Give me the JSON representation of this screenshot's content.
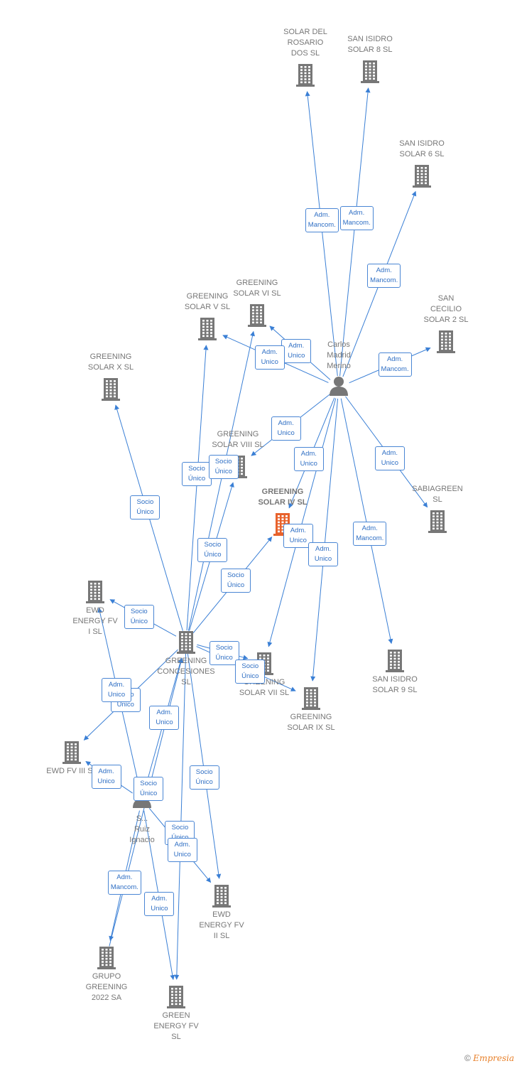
{
  "nodes": [
    {
      "id": "solar_rosario",
      "label": "SOLAR DEL\nROSARIO\nDOS  SL",
      "kind": "company"
    },
    {
      "id": "san_isidro_8",
      "label": "SAN ISIDRO\nSOLAR 8  SL",
      "kind": "company"
    },
    {
      "id": "san_isidro_6",
      "label": "SAN ISIDRO\nSOLAR 6  SL",
      "kind": "company"
    },
    {
      "id": "san_cecilio_2",
      "label": "SAN\nCECILIO\nSOLAR 2  SL",
      "kind": "company"
    },
    {
      "id": "greening_vi",
      "label": "GREENING\nSOLAR VI  SL",
      "kind": "company"
    },
    {
      "id": "greening_v",
      "label": "GREENING\nSOLAR V  SL",
      "kind": "company"
    },
    {
      "id": "greening_x",
      "label": "GREENING\nSOLAR X  SL",
      "kind": "company"
    },
    {
      "id": "carlos",
      "label": "Carlos\nMadrid\nMerino",
      "kind": "person"
    },
    {
      "id": "greening_viii",
      "label": "GREENING\nSOLAR VIII  SL",
      "kind": "company"
    },
    {
      "id": "greening_iv",
      "label": "GREENING\nSOLAR IV  SL",
      "kind": "company",
      "focus": true
    },
    {
      "id": "sabiagreen",
      "label": "SABIAGREEN\nSL",
      "kind": "company"
    },
    {
      "id": "ewd_fv_i",
      "label": "EWD\nENERGY FV\nI  SL",
      "kind": "company"
    },
    {
      "id": "greening_concesiones",
      "label": "GREENING\nCONCESIONES\nSL",
      "kind": "company"
    },
    {
      "id": "greening_vii",
      "label": "GREENING\nSOLAR VII  SL",
      "kind": "company"
    },
    {
      "id": "greening_ix",
      "label": "GREENING\nSOLAR IX  SL",
      "kind": "company"
    },
    {
      "id": "san_isidro_9",
      "label": "SAN ISIDRO\nSOLAR 9  SL",
      "kind": "company"
    },
    {
      "id": "ewd_fv_iii",
      "label": "EWD FV III  SL",
      "kind": "company"
    },
    {
      "id": "ruiz",
      "label": "S...\nRuiz\nIgnacio",
      "kind": "person"
    },
    {
      "id": "ewd_fv_ii",
      "label": "EWD\nENERGY FV\nII  SL",
      "kind": "company"
    },
    {
      "id": "grupo_greening",
      "label": "GRUPO\nGREENING\n2022 SA",
      "kind": "company"
    },
    {
      "id": "green_energy_fv",
      "label": "GREEN\nENERGY FV\nSL",
      "kind": "company"
    }
  ],
  "edges": [
    {
      "from": "carlos",
      "to": "solar_rosario",
      "label": "Adm.\nMancom."
    },
    {
      "from": "carlos",
      "to": "san_isidro_8",
      "label": "Adm.\nMancom."
    },
    {
      "from": "carlos",
      "to": "san_isidro_6",
      "label": "Adm.\nMancom."
    },
    {
      "from": "carlos",
      "to": "san_cecilio_2",
      "label": "Adm.\nMancom."
    },
    {
      "from": "carlos",
      "to": "greening_vi",
      "label": "Adm.\nUnico"
    },
    {
      "from": "carlos",
      "to": "greening_v",
      "label": "Adm.\nUnico"
    },
    {
      "from": "carlos",
      "to": "greening_viii",
      "label": "Adm.\nUnico"
    },
    {
      "from": "carlos",
      "to": "greening_iv",
      "label": "Adm.\nUnico"
    },
    {
      "from": "carlos",
      "to": "sabiagreen",
      "label": "Adm.\nUnico"
    },
    {
      "from": "carlos",
      "to": "greening_vii",
      "label": "Adm.\nUnico"
    },
    {
      "from": "carlos",
      "to": "greening_ix",
      "label": "Adm.\nUnico"
    },
    {
      "from": "carlos",
      "to": "san_isidro_9",
      "label": "Adm.\nMancom."
    },
    {
      "from": "greening_concesiones",
      "to": "greening_x",
      "label": "Socio\nÚnico"
    },
    {
      "from": "greening_concesiones",
      "to": "greening_v",
      "label": "Socio\nÚnico"
    },
    {
      "from": "greening_concesiones",
      "to": "greening_vi",
      "label": "Socio\nÚnico"
    },
    {
      "from": "greening_concesiones",
      "to": "greening_viii",
      "label": "Socio\nÚnico"
    },
    {
      "from": "greening_concesiones",
      "to": "greening_iv",
      "label": "Socio\nÚnico"
    },
    {
      "from": "greening_concesiones",
      "to": "ewd_fv_i",
      "label": "Socio\nÚnico"
    },
    {
      "from": "greening_concesiones",
      "to": "greening_vii",
      "label": "Socio\nÚnico"
    },
    {
      "from": "greening_concesiones",
      "to": "greening_ix",
      "label": "Socio\nÚnico"
    },
    {
      "from": "greening_concesiones",
      "to": "ewd_fv_iii",
      "label": "Socio\nÚnico"
    },
    {
      "from": "greening_concesiones",
      "to": "ewd_fv_ii",
      "label": "Socio\nÚnico"
    },
    {
      "from": "greening_concesiones",
      "to": "green_energy_fv",
      "label": "Socio\nÚnico"
    },
    {
      "from": "grupo_greening",
      "to": "greening_concesiones",
      "label": "Socio\nÚnico"
    },
    {
      "from": "ruiz",
      "to": "ewd_fv_i",
      "label": "Adm.\nUnico"
    },
    {
      "from": "ruiz",
      "to": "greening_concesiones",
      "label": "Adm.\nUnico"
    },
    {
      "from": "ruiz",
      "to": "ewd_fv_iii",
      "label": "Adm.\nUnico"
    },
    {
      "from": "ruiz",
      "to": "grupo_greening",
      "label": "Adm.\nMancom."
    },
    {
      "from": "ruiz",
      "to": "green_energy_fv",
      "label": "Adm.\nUnico"
    },
    {
      "from": "ruiz",
      "to": "ewd_fv_ii",
      "label": "Adm.\nUnico"
    }
  ],
  "colors": {
    "edge": "#3a7fd5",
    "building": "#777777",
    "focus": "#e8622c",
    "person": "#777777"
  },
  "brand": {
    "symbol": "©",
    "name": "mpresia",
    "initial": "E"
  }
}
